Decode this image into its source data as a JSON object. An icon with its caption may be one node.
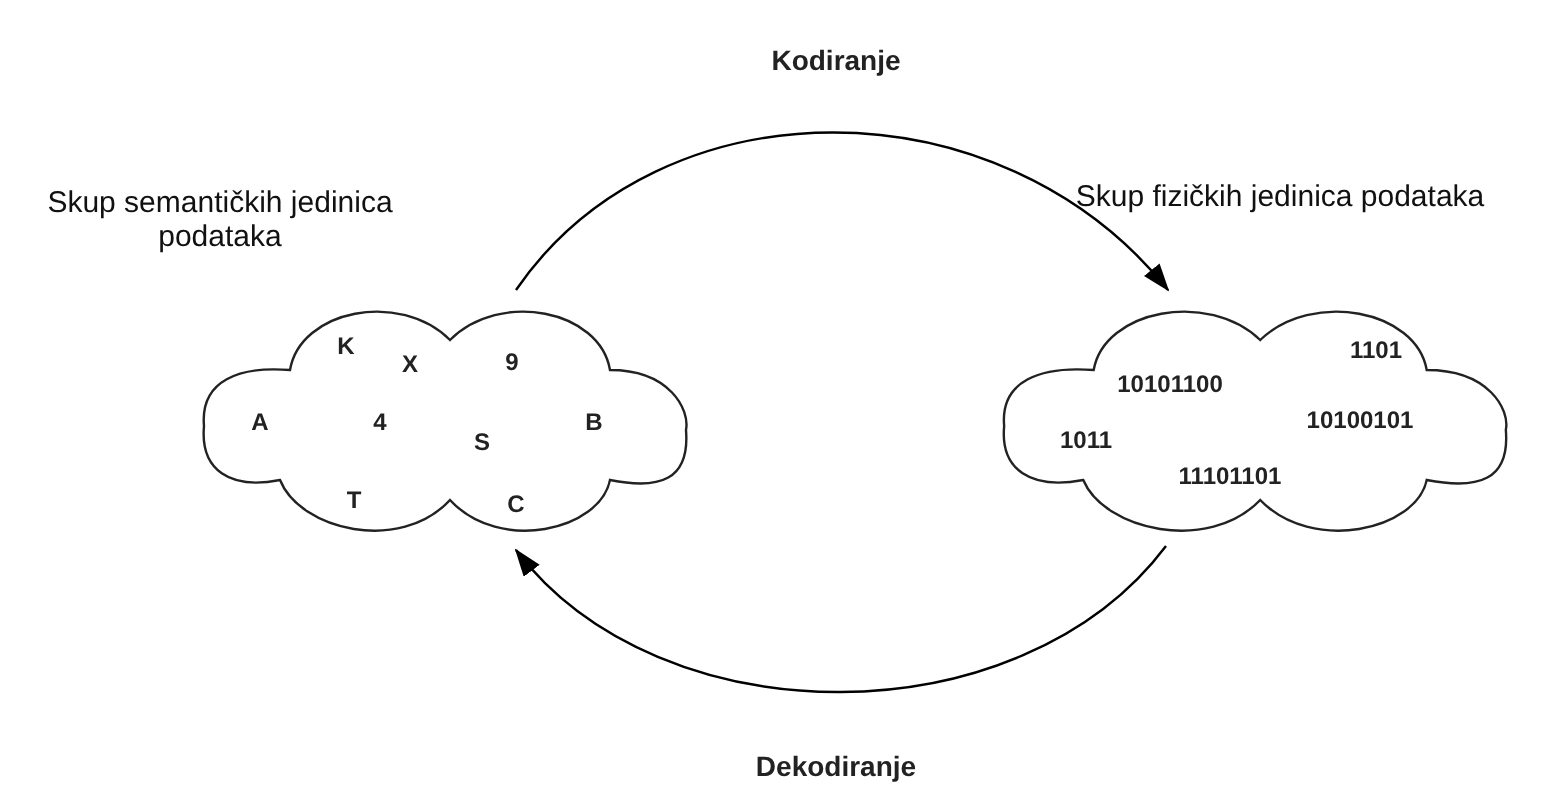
{
  "diagram": {
    "nodes": [
      {
        "text": [
          "Skup semantičkih jedinica podataka",
          "K",
          "X",
          "9",
          "A",
          "4",
          "S",
          "B",
          "T",
          "C"
        ]
      },
      {
        "text": [
          "Skup fizičkih jedinica podataka",
          "1101",
          "10101100",
          "10100101",
          "1011",
          "11101101"
        ]
      }
    ],
    "edges": [
      {
        "from": 0,
        "to": 1,
        "arrow": "to",
        "label": "Kodiranje"
      },
      {
        "from": 1,
        "to": 0,
        "arrow": "to",
        "label": "Dekodiranje"
      }
    ]
  }
}
